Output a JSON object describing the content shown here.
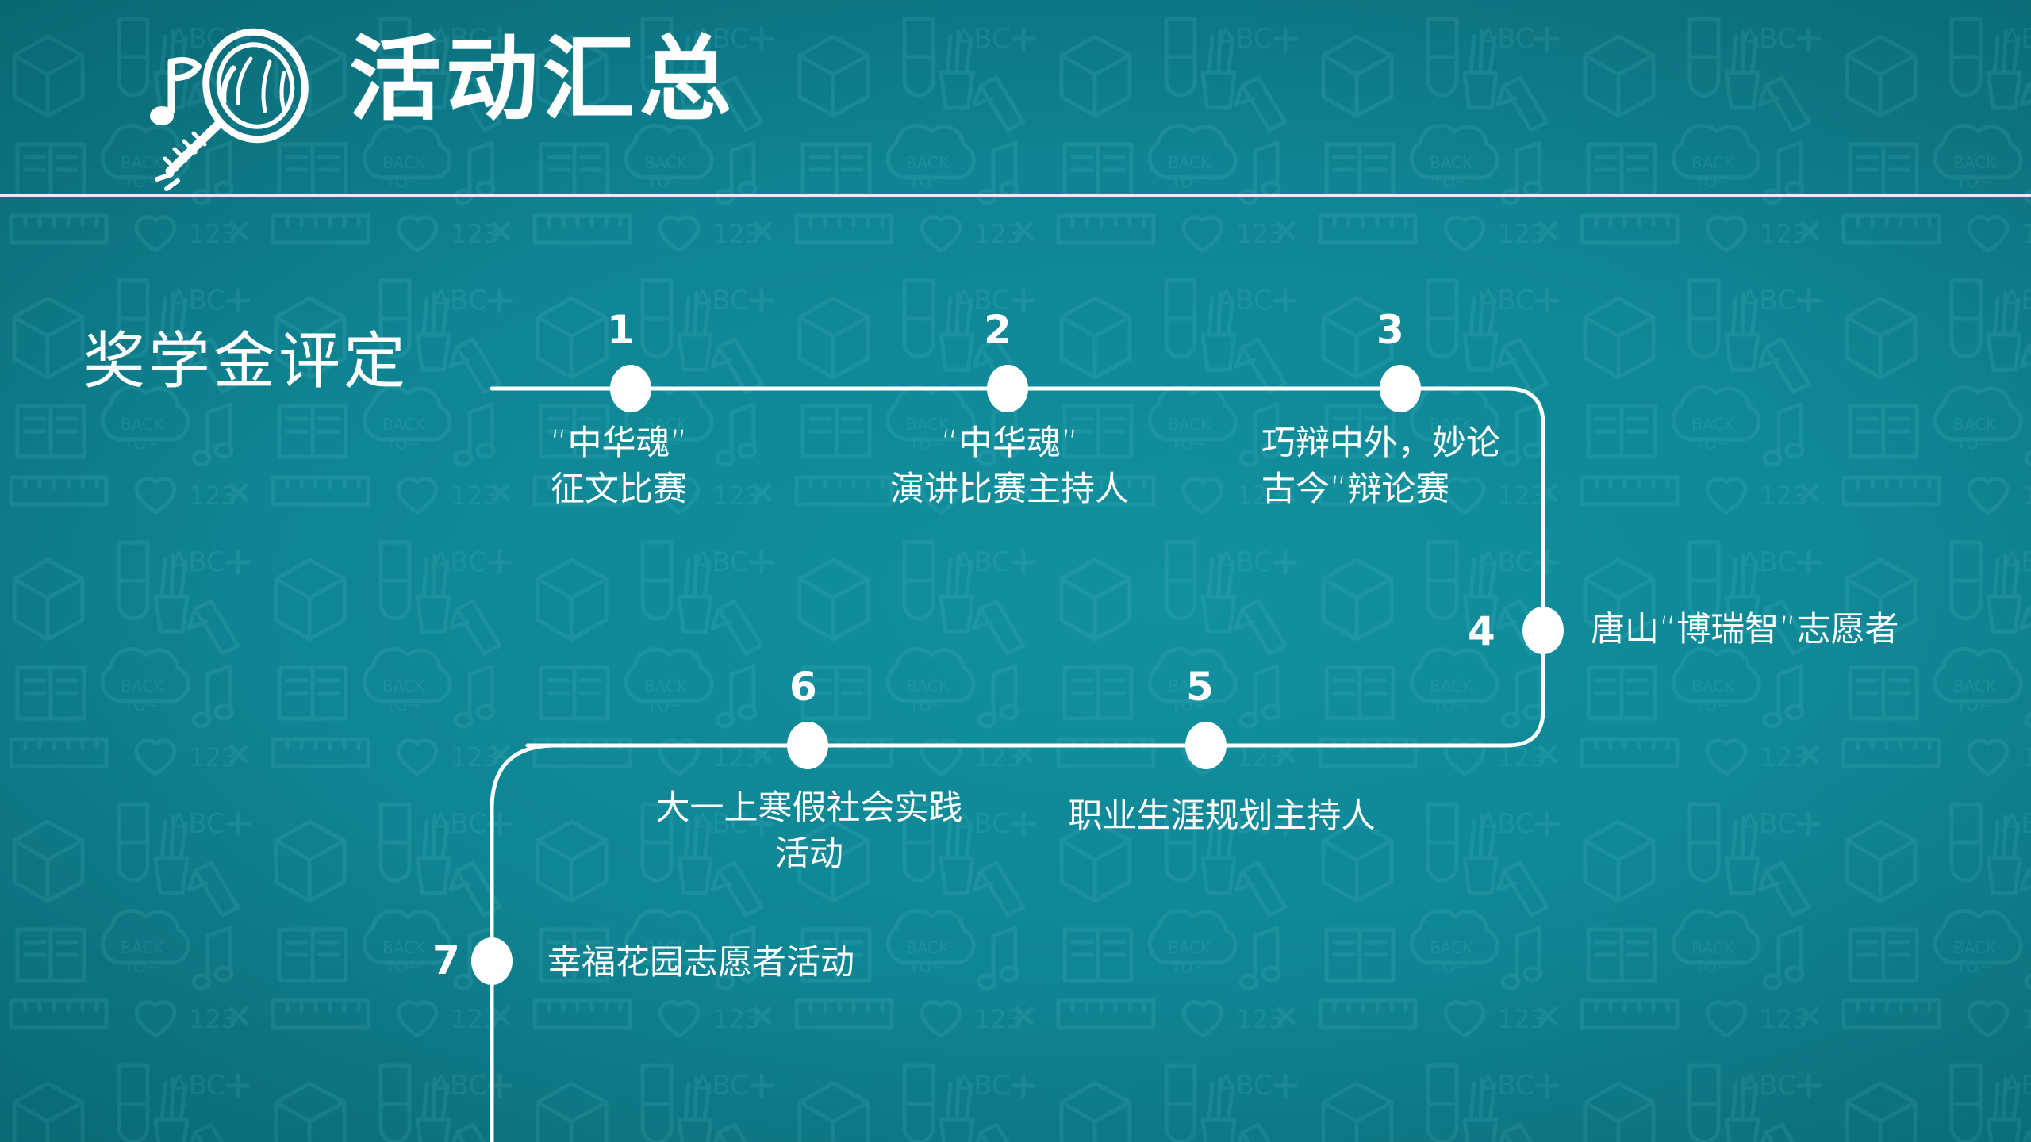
{
  "page": {
    "background_color": "#0f8593",
    "accent_color": "#ffffff"
  },
  "header": {
    "title": "活动汇总",
    "icon": "magnifier-music-note-icon"
  },
  "section": {
    "label": "奖学金评定"
  },
  "timeline": {
    "line_color": "#ffffff",
    "node_color": "#ffffff",
    "nodes": [
      {
        "number": "1",
        "caption": "“中华魂”\n征文比赛",
        "align": "center"
      },
      {
        "number": "2",
        "caption": "“中华魂”\n演讲比赛主持人",
        "align": "center"
      },
      {
        "number": "3",
        "caption": "巧辩中外，妙论\n古今“辩论赛",
        "align": "left"
      },
      {
        "number": "4",
        "caption": "唐山“博瑞智”志愿者",
        "align": "left"
      },
      {
        "number": "5",
        "caption": "职业生涯规划主持人",
        "align": "center"
      },
      {
        "number": "6",
        "caption": "大一上寒假社会实践\n活动",
        "align": "center"
      },
      {
        "number": "7",
        "caption": "幸福花园志愿者活动",
        "align": "left"
      }
    ]
  }
}
